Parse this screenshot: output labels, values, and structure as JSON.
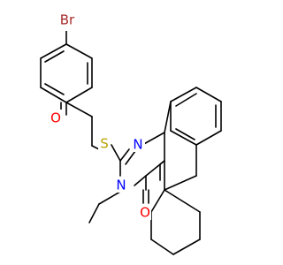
{
  "molecule": {
    "atoms": {
      "br": {
        "symbol": "Br",
        "color": "#a52a2a"
      },
      "o_ketone": {
        "symbol": "O",
        "color": "#ff0000"
      },
      "s": {
        "symbol": "S",
        "color": "#b8a100"
      },
      "n1": {
        "symbol": "N",
        "color": "#0000ff"
      },
      "n2": {
        "symbol": "N",
        "color": "#0000ff"
      },
      "o_amide": {
        "symbol": "O",
        "color": "#ff0000"
      }
    },
    "bond_color": "#000000"
  }
}
